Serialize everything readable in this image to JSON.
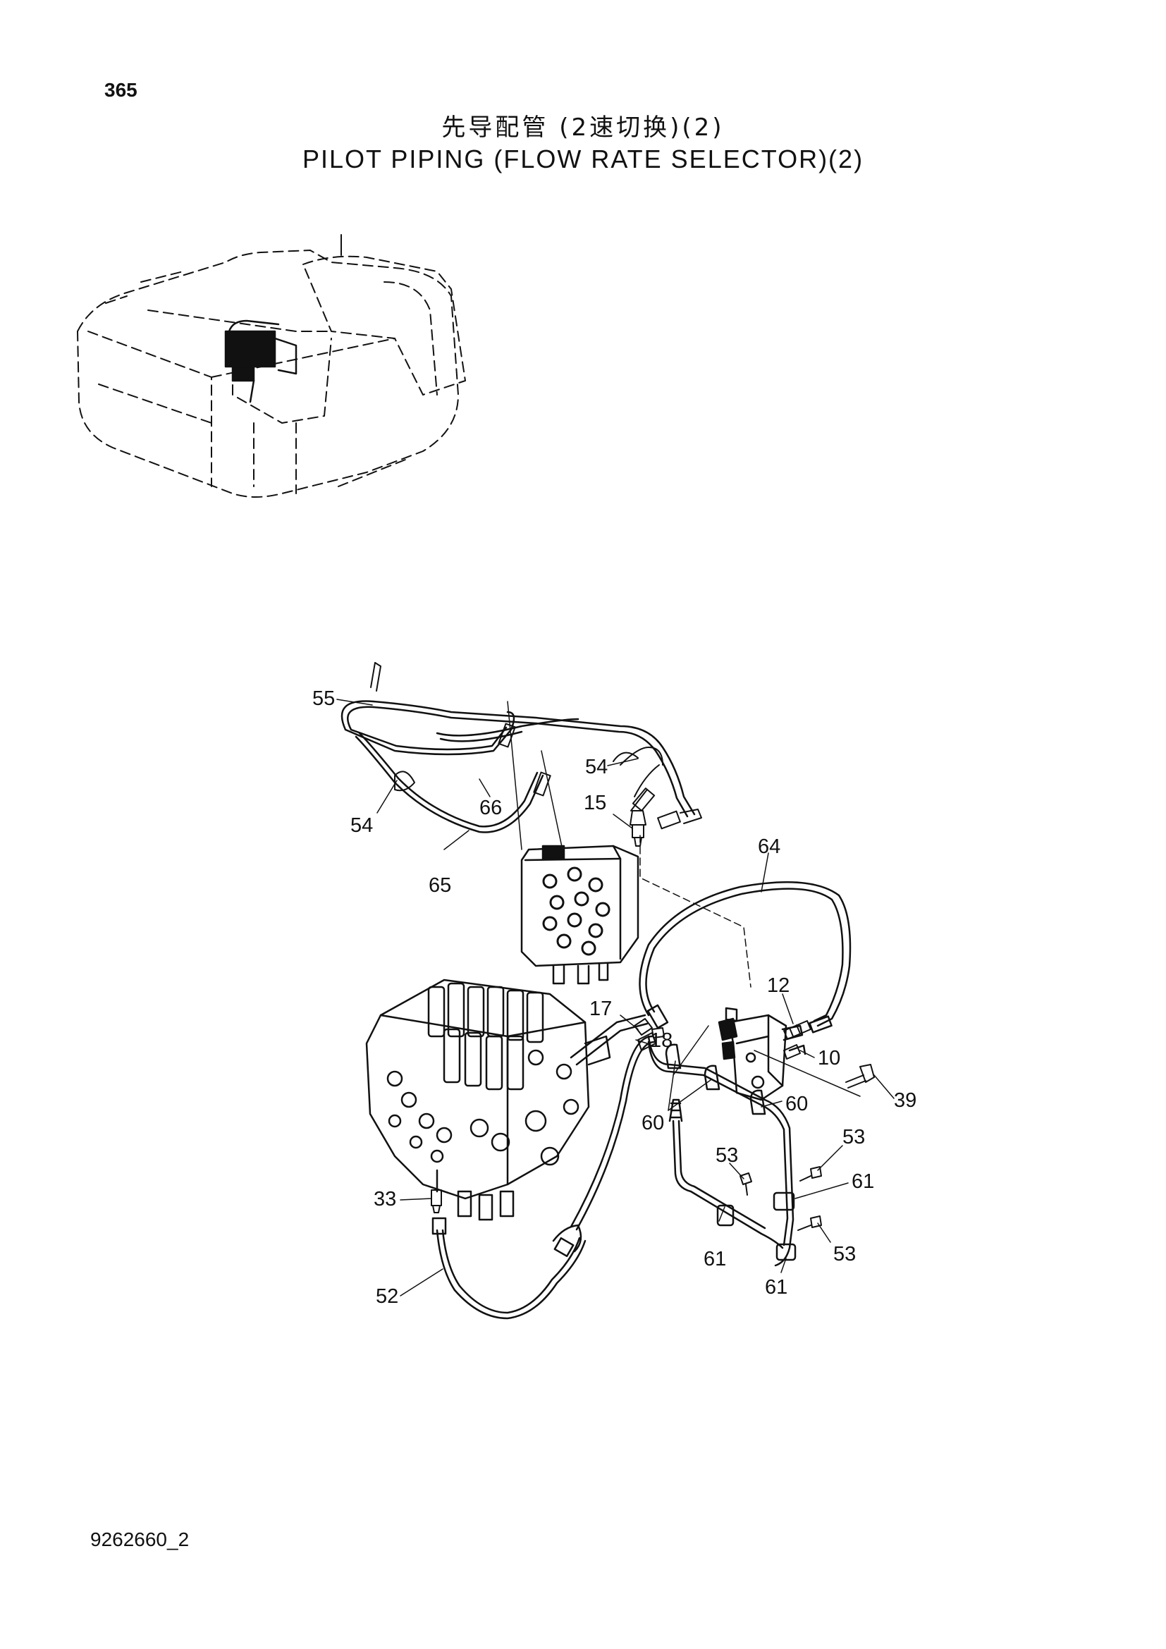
{
  "page_number": "365",
  "title_cn": "先导配管 (2速切换)(2)",
  "title_en": "PILOT PIPING (FLOW RATE SELECTOR)(2)",
  "doc_code": "9262660_2",
  "callouts": [
    {
      "id": "c55",
      "label": "55"
    },
    {
      "id": "c54a",
      "label": "54"
    },
    {
      "id": "c54b",
      "label": "54"
    },
    {
      "id": "c66",
      "label": "66"
    },
    {
      "id": "c65",
      "label": "65"
    },
    {
      "id": "c15",
      "label": "15"
    },
    {
      "id": "c64",
      "label": "64"
    },
    {
      "id": "c12",
      "label": "12"
    },
    {
      "id": "c17",
      "label": "17"
    },
    {
      "id": "c18",
      "label": "18"
    },
    {
      "id": "c10",
      "label": "10"
    },
    {
      "id": "c39",
      "label": "39"
    },
    {
      "id": "c60a",
      "label": "60"
    },
    {
      "id": "c60b",
      "label": "60"
    },
    {
      "id": "c53a",
      "label": "53"
    },
    {
      "id": "c53b",
      "label": "53"
    },
    {
      "id": "c53c",
      "label": "53"
    },
    {
      "id": "c61a",
      "label": "61"
    },
    {
      "id": "c61b",
      "label": "61"
    },
    {
      "id": "c61c",
      "label": "61"
    },
    {
      "id": "c33",
      "label": "33"
    },
    {
      "id": "c52",
      "label": "52"
    }
  ]
}
